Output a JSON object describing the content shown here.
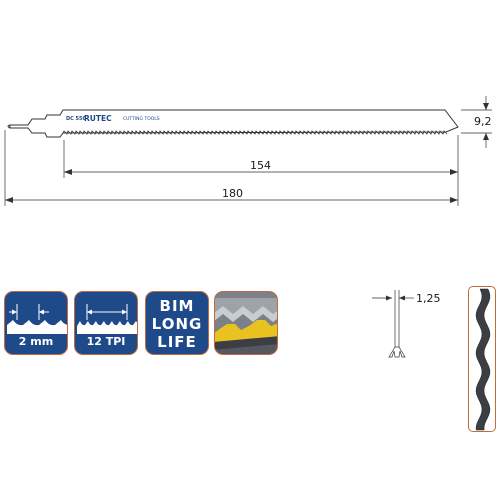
{
  "blade": {
    "code": "DC 550",
    "brand": "RUTEC",
    "tagline": "CUTTING TOOLS",
    "dim_width": "9,2",
    "dim_cut_length": "154",
    "dim_total_length": "180"
  },
  "icons": {
    "tooth_pitch": "2 mm",
    "tpi": "12 TPI",
    "material_line1": "BIM",
    "material_line2": "LONG",
    "material_line3": "LIFE",
    "material_icon": "metal-profile-icon"
  },
  "profile": {
    "thickness": "1,25"
  },
  "colors": {
    "tile_blue": "#1f4a8a",
    "tile_border": "#c46a3a",
    "accent_yellow": "#e8c21e"
  }
}
